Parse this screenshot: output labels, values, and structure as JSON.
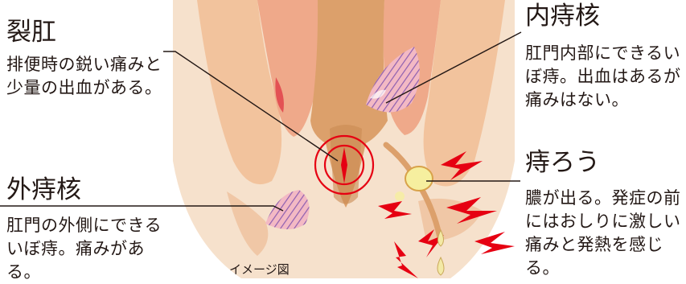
{
  "labels": {
    "fissure": {
      "title": "裂肛",
      "description": "排便時の鋭い痛みと少量の出血がある。"
    },
    "internal": {
      "title": "内痔核",
      "description": "肛門内部にできるいぼ痔。出血はあるが痛みはない。"
    },
    "external": {
      "title": "外痔核",
      "description": "肛門の外側にできるいぼ痔。痛みがある。"
    },
    "fistula": {
      "title": "痔ろう",
      "description": "膿が出る。発症の前にはおしりに激しい痛みと発熱を感じる。"
    }
  },
  "caption": "イメージ図",
  "colors": {
    "background_tissue": "#f6e1cc",
    "muscle": "#f2c39d",
    "mucosa": "#efa98a",
    "canal": "#dca06b",
    "leader_line": "#231815",
    "target_ring": "#e60012",
    "hemorrhoid_hatch": "#8e5fb0",
    "pus": "#f6ef9f",
    "pain_spark": "#e60012",
    "drop": "#f3e9a5"
  },
  "icons": [
    "fissure-target-icon",
    "pain-spark-icon",
    "pus-drop-icon",
    "hatch-pattern"
  ]
}
